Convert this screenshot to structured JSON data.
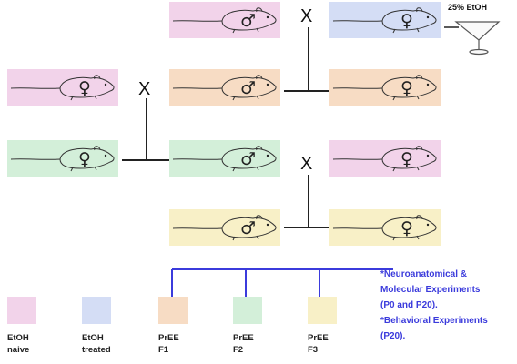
{
  "colors": {
    "naive": "#f2d3ea",
    "treated": "#d4ddf5",
    "f1": "#f7dcc4",
    "f2": "#d3efd9",
    "f3": "#f8f0c7",
    "line": "#222222",
    "blue": "#3b3bdc"
  },
  "symbols": {
    "male": "♂",
    "female": "♀",
    "cross": "X"
  },
  "treatment_label": "25% EtOH",
  "mice": [
    {
      "id": "top-male-naive",
      "sex": "male",
      "group": "naive"
    },
    {
      "id": "top-female-treated",
      "sex": "female",
      "group": "treated"
    },
    {
      "id": "left-female-naive",
      "sex": "female",
      "group": "naive"
    },
    {
      "id": "f1-male",
      "sex": "male",
      "group": "f1"
    },
    {
      "id": "f1-female",
      "sex": "female",
      "group": "f1"
    },
    {
      "id": "f2-female",
      "sex": "female",
      "group": "f2"
    },
    {
      "id": "f2-male",
      "sex": "male",
      "group": "f2"
    },
    {
      "id": "right-female-naive",
      "sex": "female",
      "group": "naive"
    },
    {
      "id": "f3-male",
      "sex": "male",
      "group": "f3"
    },
    {
      "id": "f3-female",
      "sex": "female",
      "group": "f3"
    }
  ],
  "notes": [
    "*Neuroanatomical &",
    "Molecular Experiments",
    "(P0 and P20).",
    "*Behavioral Experiments",
    "(P20)."
  ],
  "legend": [
    {
      "group": "naive",
      "lines": [
        "EtOH",
        "naive"
      ]
    },
    {
      "group": "treated",
      "lines": [
        "EtOH",
        "treated"
      ]
    },
    {
      "group": "f1",
      "lines": [
        "PrEE",
        "F1"
      ]
    },
    {
      "group": "f2",
      "lines": [
        "PrEE",
        "F2"
      ]
    },
    {
      "group": "f3",
      "lines": [
        "PrEE",
        "F3"
      ]
    }
  ]
}
